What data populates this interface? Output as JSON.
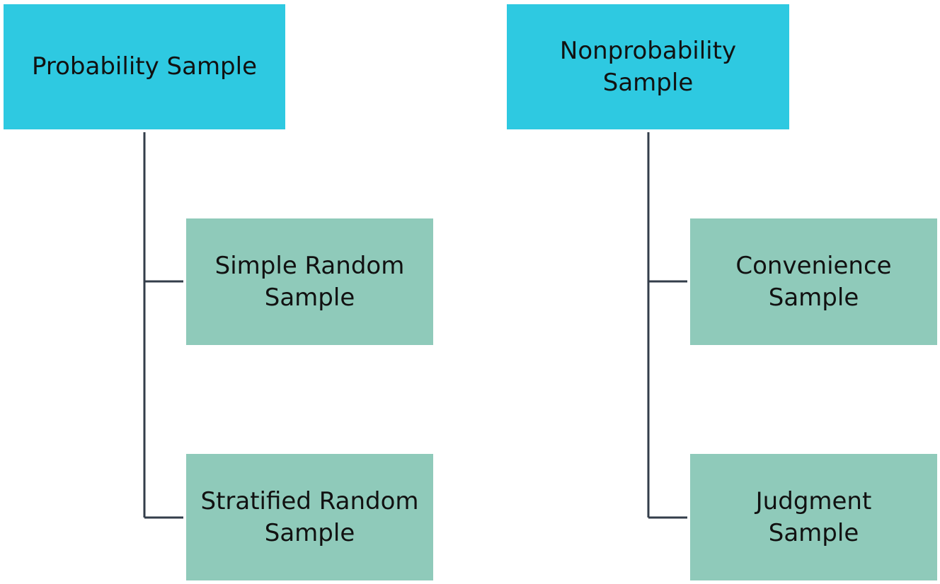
{
  "diagram": {
    "groups": [
      {
        "label": "Probability Sample",
        "children": [
          {
            "label": "Simple Random Sample"
          },
          {
            "label": "Stratified Random Sample"
          }
        ]
      },
      {
        "label": "Nonprobability Sample",
        "children": [
          {
            "label": "Convenience Sample"
          },
          {
            "label": "Judgment Sample"
          }
        ]
      }
    ],
    "colors": {
      "parent_fill": "#2ec9e1",
      "child_fill": "#8fcaba",
      "connector": "#333d4a",
      "text": "#111111"
    }
  }
}
